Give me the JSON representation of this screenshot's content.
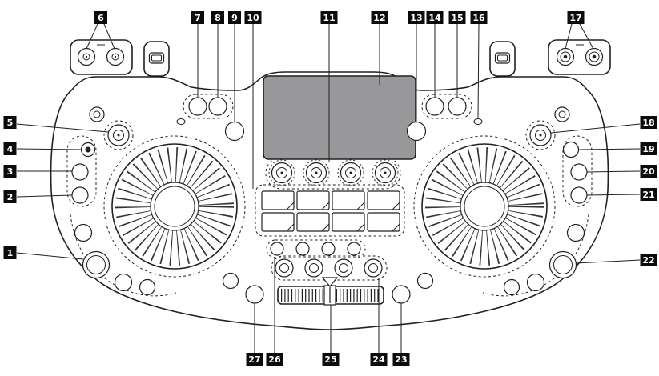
{
  "figure": {
    "type": "hardware-callout-diagram",
    "subject": "DJ controller top panel with numbered callouts",
    "background": "#ffffff",
    "colors": {
      "line": "#231f20",
      "display_fill": "#98989a",
      "badge_background": "#0b0b0b",
      "badge_text": "#ffffff"
    },
    "callouts": [
      {
        "num": "1"
      },
      {
        "num": "2"
      },
      {
        "num": "3"
      },
      {
        "num": "4"
      },
      {
        "num": "5"
      },
      {
        "num": "6"
      },
      {
        "num": "7"
      },
      {
        "num": "8"
      },
      {
        "num": "9"
      },
      {
        "num": "10"
      },
      {
        "num": "11"
      },
      {
        "num": "12"
      },
      {
        "num": "13"
      },
      {
        "num": "14"
      },
      {
        "num": "15"
      },
      {
        "num": "16"
      },
      {
        "num": "17"
      },
      {
        "num": "18"
      },
      {
        "num": "19"
      },
      {
        "num": "20"
      },
      {
        "num": "21"
      },
      {
        "num": "22"
      },
      {
        "num": "23"
      },
      {
        "num": "24"
      },
      {
        "num": "25"
      },
      {
        "num": "26"
      },
      {
        "num": "27"
      }
    ]
  }
}
